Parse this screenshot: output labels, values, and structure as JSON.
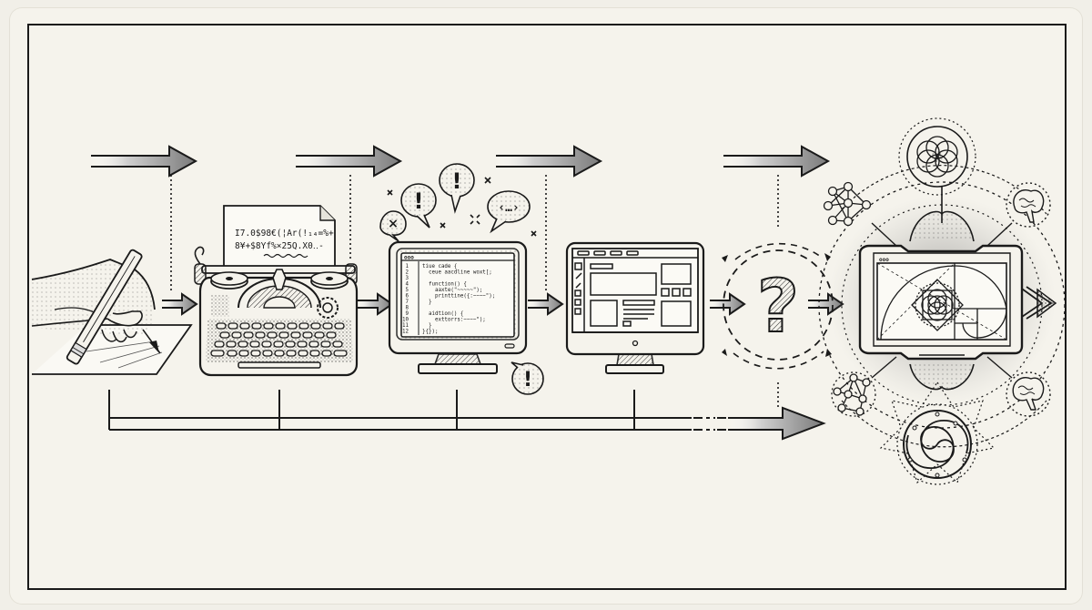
{
  "figure": {
    "title": "",
    "description": "Evolution of creation tools: handwriting to typewriter to code editor to GUI to unknown to sacred-geometry AI display",
    "colors": {
      "paper": "#f5f3ec",
      "background": "#f1efe8",
      "ink": "#1a1a1a",
      "shade": "#9a9a9a",
      "screen": "#f8f7f2"
    }
  },
  "stages": [
    {
      "id": "handwriting",
      "label": "Hand writing with pencil",
      "icon": "pencil-hand-icon"
    },
    {
      "id": "typewriter",
      "label": "Typewriter",
      "icon": "typewriter-icon"
    },
    {
      "id": "code-editor",
      "label": "Code editor monitor",
      "icon": "code-monitor-icon"
    },
    {
      "id": "gui",
      "label": "GUI design monitor",
      "icon": "gui-monitor-icon"
    },
    {
      "id": "unknown",
      "label": "Unknown next step",
      "icon": "question-mark-icon"
    },
    {
      "id": "future",
      "label": "Sacred-geometry AI display",
      "icon": "future-display-icon"
    }
  ],
  "typewriter_paper": {
    "line1": "I7.0$98€(¦Ar(!₁₄=%+",
    "line2": "8¥+$8Yf%×25Q.X0‥-"
  },
  "code_editor": {
    "window_controls": "ooo",
    "lines": [
      {
        "n": "1",
        "code": "tiue cade {"
      },
      {
        "n": "2",
        "code": "  ceue aacdline woxt[;"
      },
      {
        "n": "3",
        "code": ""
      },
      {
        "n": "4",
        "code": "  function() {"
      },
      {
        "n": "5",
        "code": "    aaxte(\"~~~~~\");"
      },
      {
        "n": "6",
        "code": "    printtine({:~~~~\");"
      },
      {
        "n": "7",
        "code": "  }"
      },
      {
        "n": "8",
        "code": ""
      },
      {
        "n": "9",
        "code": "  aidtion() {"
      },
      {
        "n": "10",
        "code": "    exttorrs:~~~~\");"
      },
      {
        "n": "11",
        "code": "  }"
      },
      {
        "n": "12",
        "code": "}{});"
      }
    ]
  },
  "speech_bubbles": [
    {
      "glyph": "×",
      "kind": "error"
    },
    {
      "glyph": "!",
      "kind": "warning"
    },
    {
      "glyph": "!",
      "kind": "warning"
    },
    {
      "glyph": "‹…›",
      "kind": "code"
    },
    {
      "glyph": "!",
      "kind": "warning"
    }
  ],
  "question": {
    "glyph": "?"
  },
  "future_display": {
    "window_controls": "ooo",
    "satellites": [
      "flower-of-life-icon",
      "neural-network-icon",
      "brain-icon",
      "neural-network-icon",
      "brain-icon",
      "galaxy-spiral-icon"
    ]
  },
  "arrows": {
    "top_row_count": 4,
    "middle_row_count": 6,
    "timeline_label": ""
  }
}
